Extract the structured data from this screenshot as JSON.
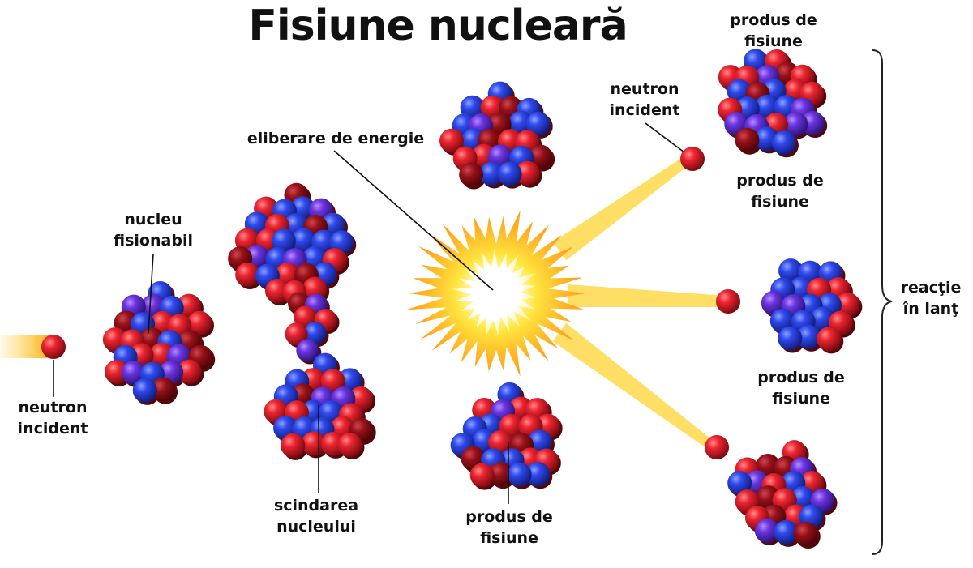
{
  "title": "Fisiune nucleară",
  "labels": {
    "neutron_incident_left": {
      "line1": "neutron",
      "line2": "incident"
    },
    "nucleu_fisionabil": {
      "line1": "nucleu",
      "line2": "fisionabil"
    },
    "scindarea_nucleului": {
      "line1": "scindarea",
      "line2": "nucleului"
    },
    "eliberare_energie": "eliberare de energie",
    "produs_bottom": {
      "line1": "produs de",
      "line2": "fisiune"
    },
    "neutron_incident_right": {
      "line1": "neutron",
      "line2": "incident"
    },
    "produs_top": {
      "line1": "produs de",
      "line2": "fisiune"
    },
    "produs_mid": {
      "line1": "produs de",
      "line2": "fisiune"
    },
    "produs_low": {
      "line1": "produs de",
      "line2": "fisiune"
    },
    "reactie_lant": {
      "line1": "reacţie",
      "line2": "în lanţ"
    }
  },
  "colors": {
    "proton": "#e3202c",
    "neutron_particle": "#2f45e6",
    "purple": "#6a32d8",
    "dark_red": "#9a1018",
    "energy_core": "#ffffff",
    "energy_mid": "#ffe23a",
    "energy_outer": "#ff9a1a"
  }
}
